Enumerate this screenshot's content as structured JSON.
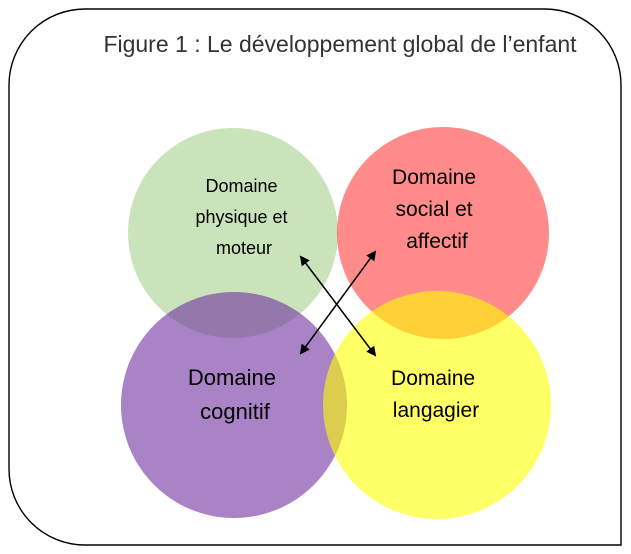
{
  "figure": {
    "title": "Figure 1 : Le développement global de l’enfant",
    "frame_color": "#000000",
    "domains": [
      {
        "key": "physique",
        "lines": [
          "Domaine",
          "physique et",
          "moteur"
        ],
        "color": "#a9d18e"
      },
      {
        "key": "social",
        "lines": [
          "Domaine",
          "social et",
          "affectif"
        ],
        "color": "#ff3d3d"
      },
      {
        "key": "cognitif",
        "lines": [
          "Domaine",
          "cognitif"
        ],
        "color": "#7030a0"
      },
      {
        "key": "langagier",
        "lines": [
          "Domaine",
          "langagier"
        ],
        "color": "#ffff00"
      }
    ],
    "arrow_color": "#000000"
  }
}
